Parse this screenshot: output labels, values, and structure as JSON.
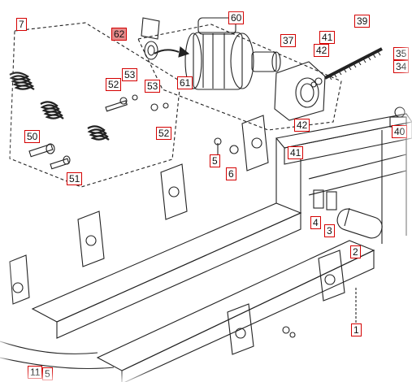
{
  "callouts": {
    "c1": "1",
    "c2": "2",
    "c3": "3",
    "c4": "4",
    "c5": "5",
    "c6": "6",
    "c7": "7",
    "c11": "11",
    "c34": "34",
    "c35": "35",
    "c37": "37",
    "c39": "39",
    "c40": "40",
    "c41a": "41",
    "c41b": "41",
    "c42a": "42",
    "c42b": "42",
    "c50": "50",
    "c51": "51",
    "c52a": "52",
    "c52b": "52",
    "c53a": "53",
    "c53b": "53",
    "c60": "60",
    "c61": "61",
    "c62": "62",
    "c5b": "5"
  },
  "colors": {
    "callout_border": "#d40000",
    "highlight": "#e58b8b",
    "line": "#222222"
  }
}
